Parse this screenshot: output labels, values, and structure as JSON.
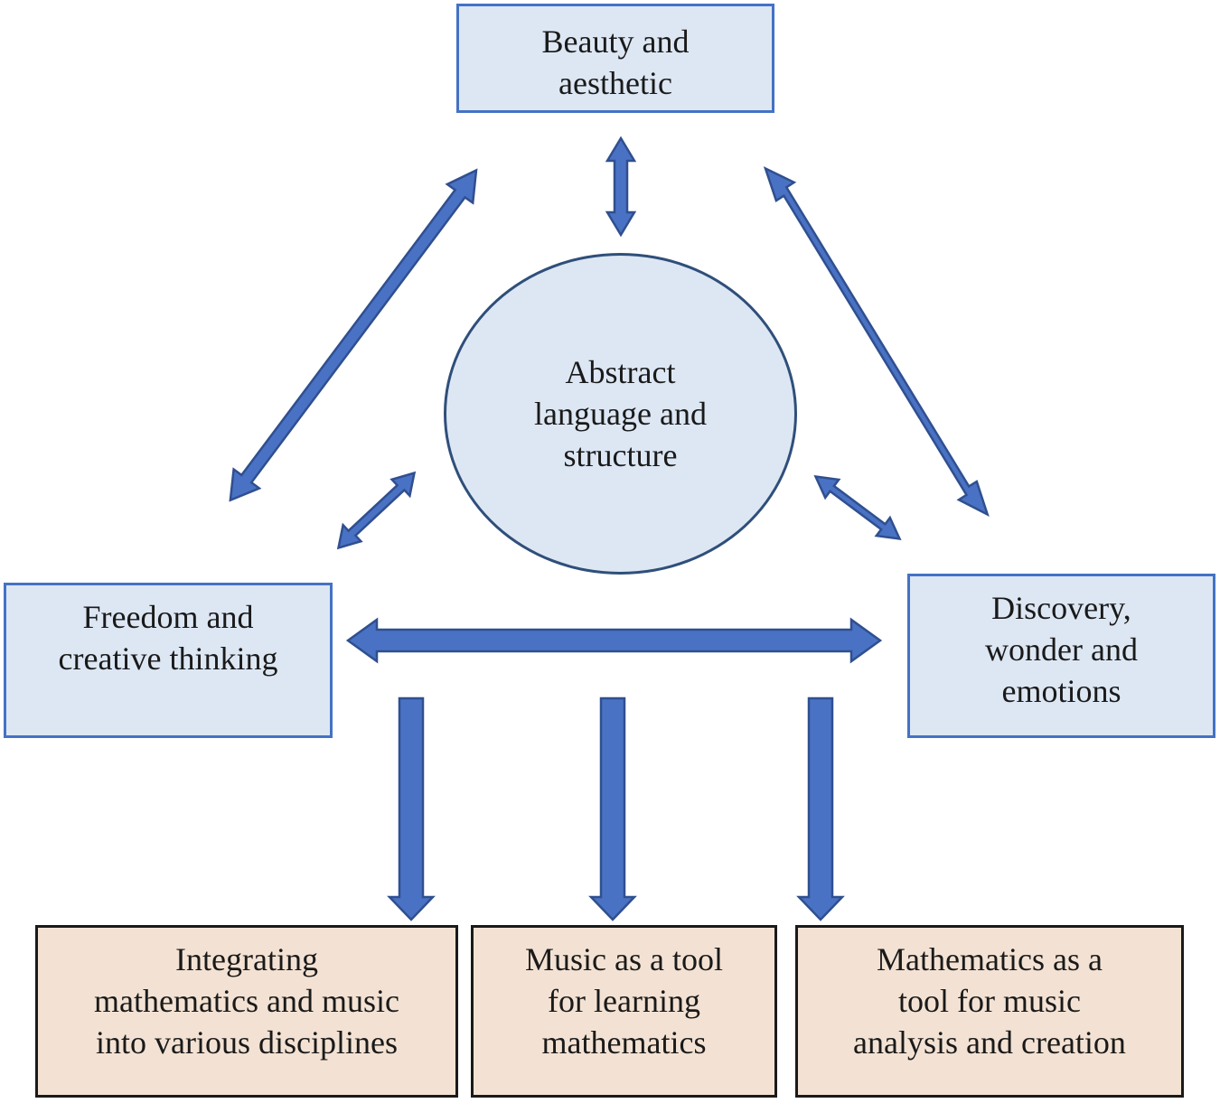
{
  "nodes": {
    "beauty": "Beauty and\naesthetic",
    "center": "Abstract\nlanguage and\nstructure",
    "freedom": "Freedom and\ncreative thinking",
    "discovery": "Discovery,\nwonder and\nemotions",
    "integrating": "Integrating\nmathematics and music\ninto various disciplines",
    "music_tool": "Music as a tool\nfor learning\nmathematics",
    "math_tool": "Mathematics as a\ntool for music\nanalysis and creation"
  },
  "colors": {
    "arrow_fill": "#4a72c4",
    "arrow_stroke": "#2f4f8f",
    "blue_box_fill": "#dde7f4",
    "blue_box_border": "#4472c4",
    "tan_box_fill": "#f3e2d3",
    "tan_box_border": "#1a1a1a",
    "circle_border": "#2f4f7a"
  }
}
